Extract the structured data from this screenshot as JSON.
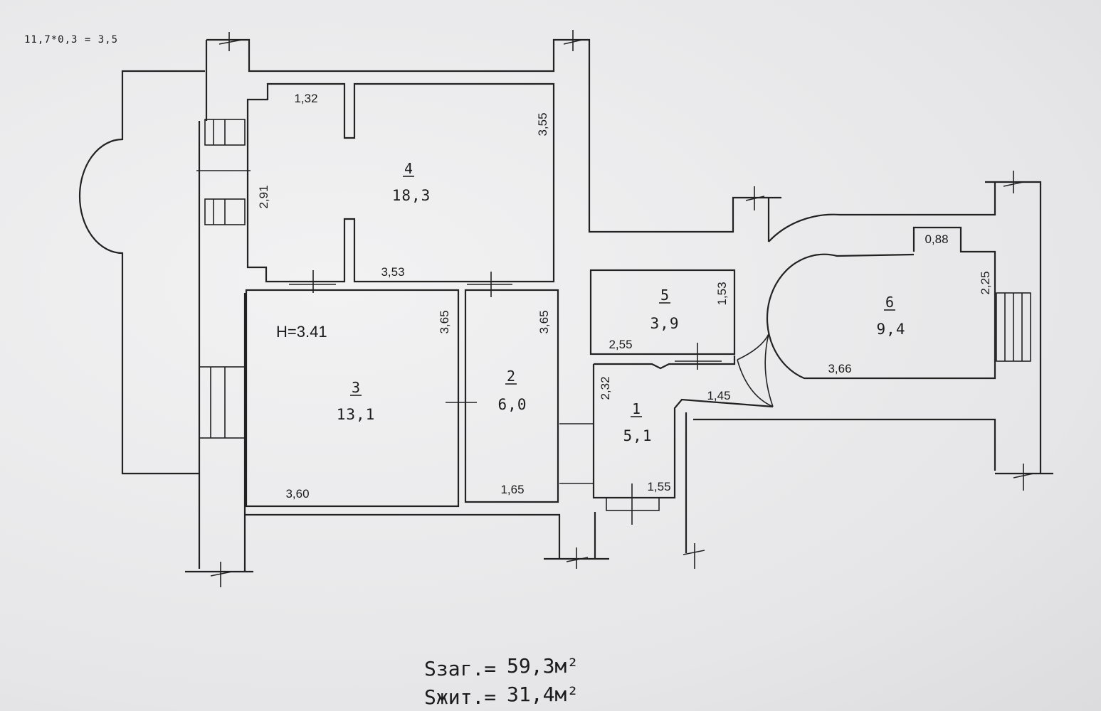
{
  "corner_note": "11,7*0,3 = 3,5",
  "height_label": "H=3.41",
  "rooms": [
    {
      "number": "1",
      "area": "5,1"
    },
    {
      "number": "2",
      "area": "6,0"
    },
    {
      "number": "3",
      "area": "13,1"
    },
    {
      "number": "4",
      "area": "18,3"
    },
    {
      "number": "5",
      "area": "3,9"
    },
    {
      "number": "6",
      "area": "9,4"
    }
  ],
  "dimensions": {
    "d132": "1,32",
    "d355": "3,55",
    "d291": "2,91",
    "d353": "3,53",
    "d365a": "3,65",
    "d365b": "3,65",
    "d360": "3,60",
    "d165": "1,65",
    "d153": "1,53",
    "d255": "2,55",
    "d232": "2,32",
    "d145": "1,45",
    "d155": "1,55",
    "d088": "0,88",
    "d225": "2,25",
    "d366": "3,66"
  },
  "totals": {
    "total_label": "Sзаг.=",
    "total_value": "59,3м²",
    "living_label": "Sжит.=",
    "living_value": "31,4м²"
  }
}
